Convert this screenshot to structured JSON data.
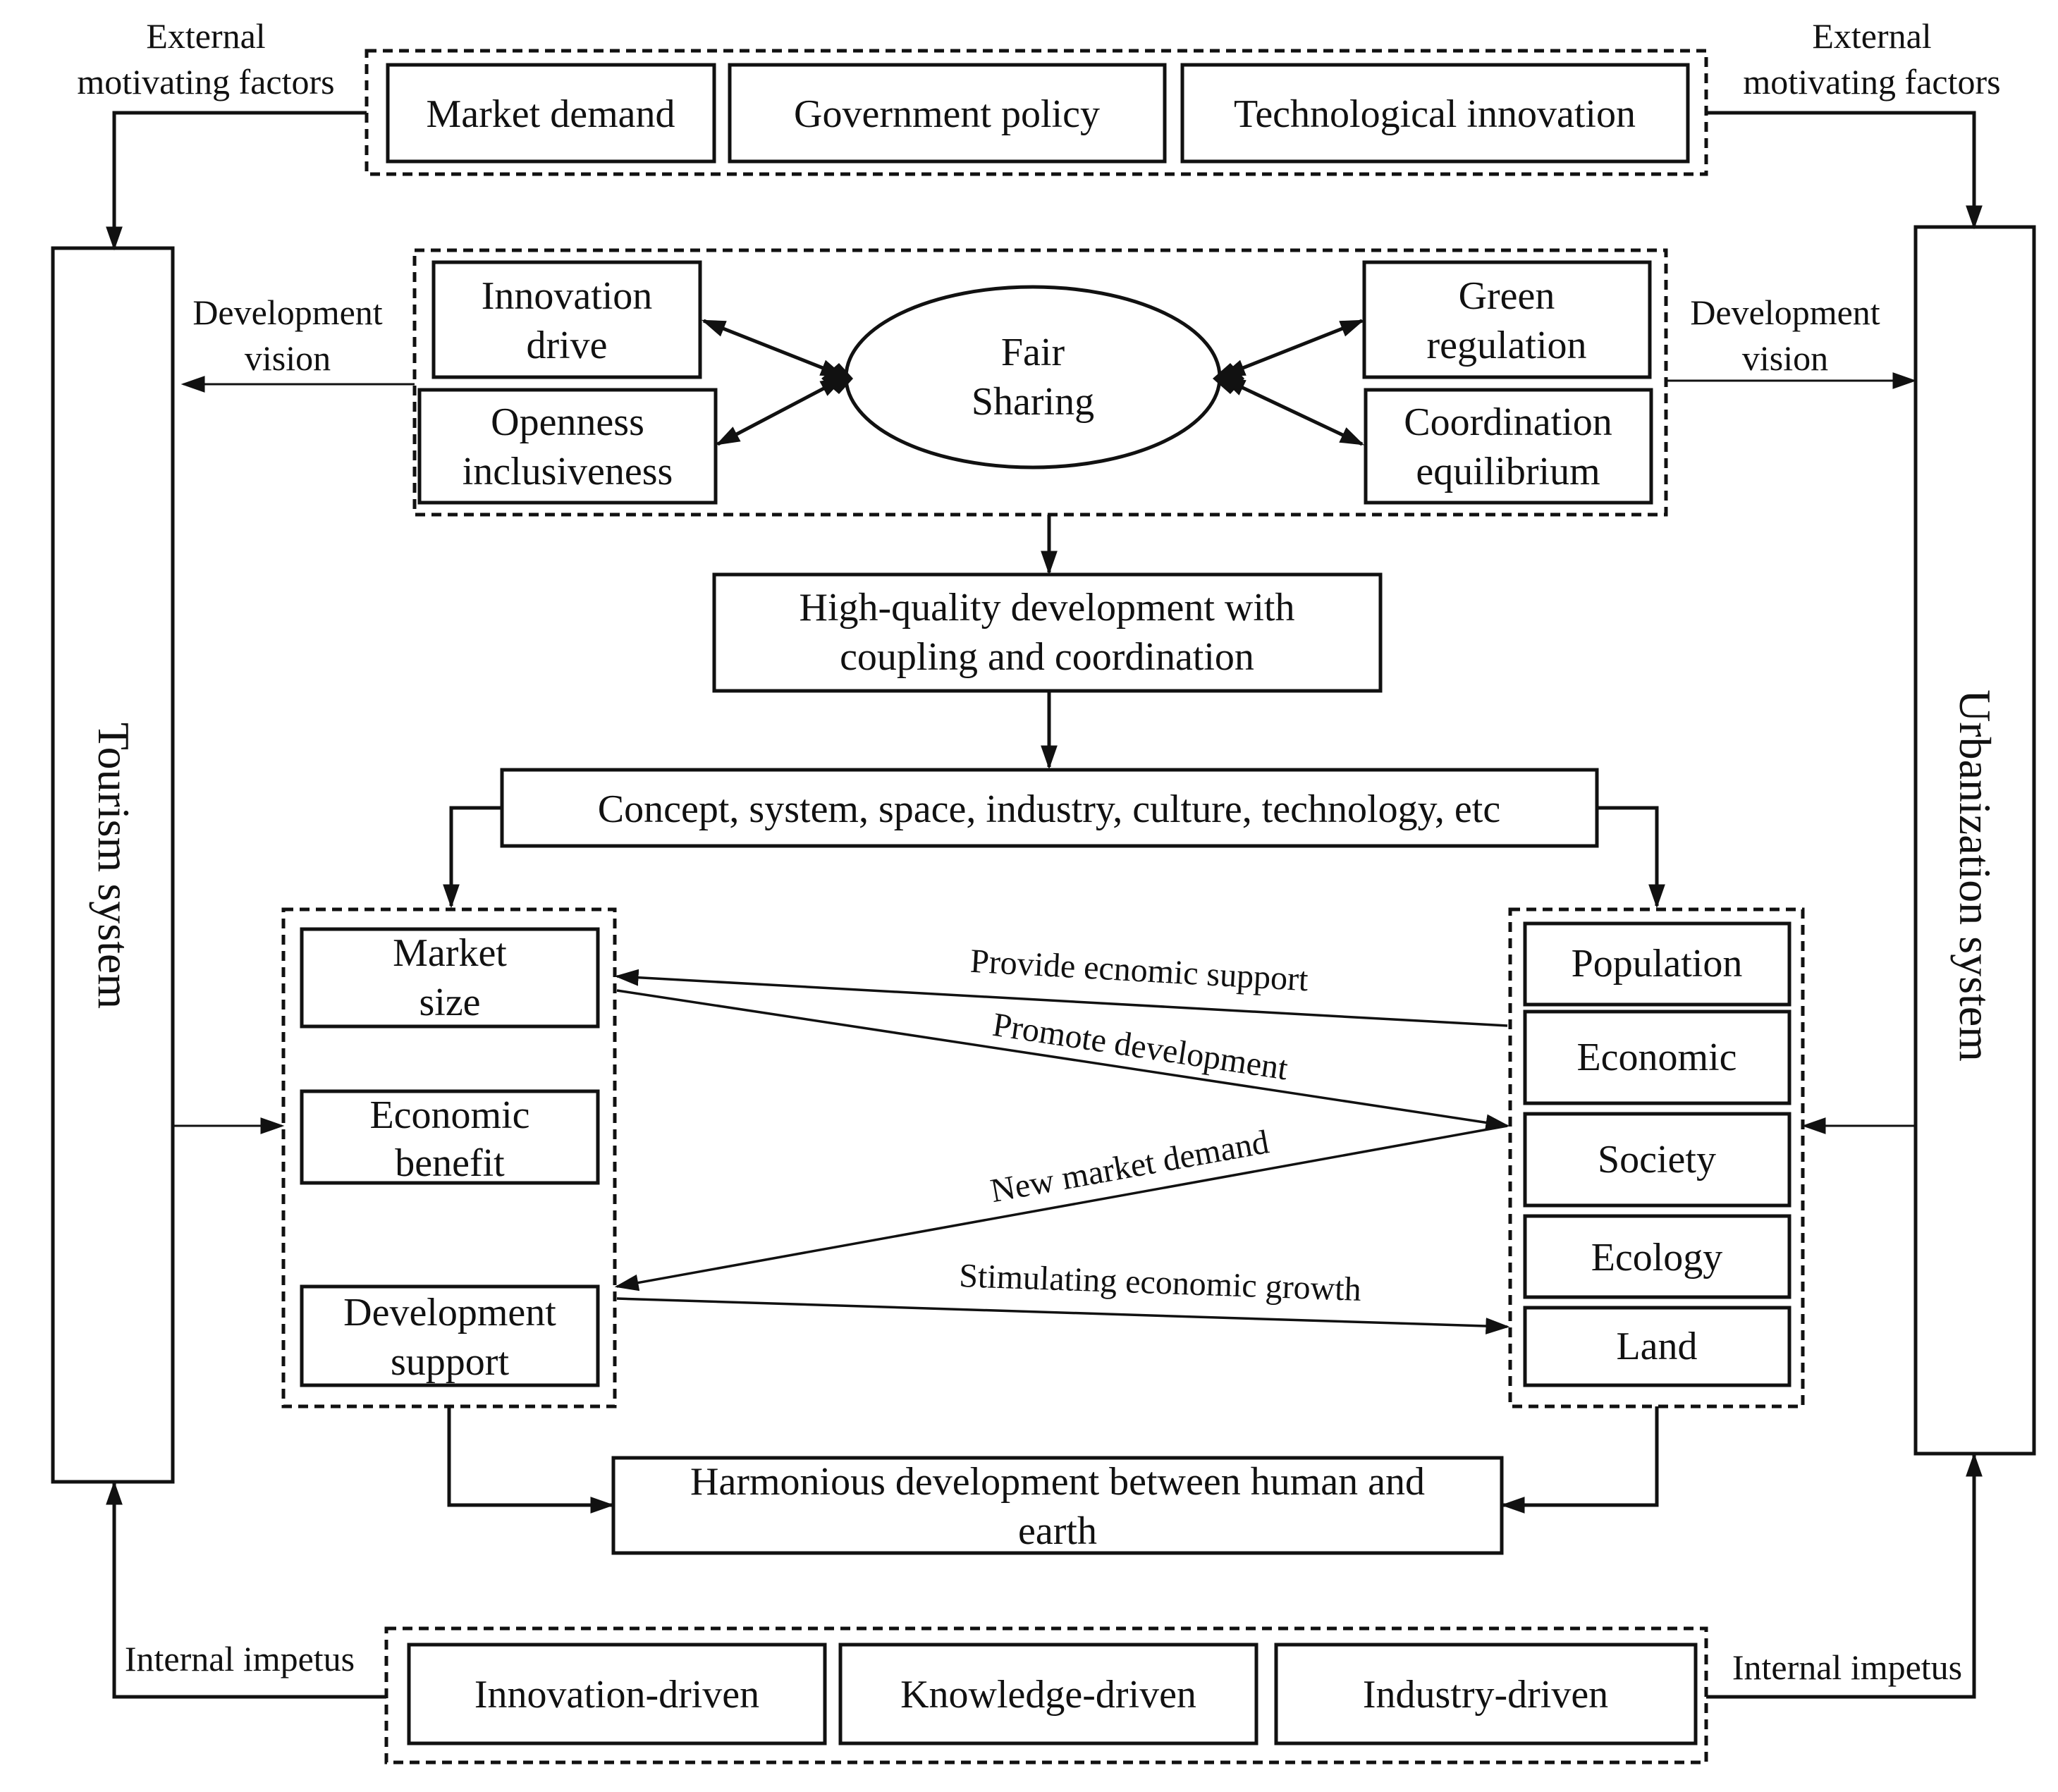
{
  "labels": {
    "ext_left": [
      "External",
      "motivating factors"
    ],
    "ext_right": [
      "External",
      "motivating factors"
    ],
    "devvision_left": [
      "Development",
      "vision"
    ],
    "devvision_right": [
      "Development",
      "vision"
    ],
    "internal_left": "Internal impetus",
    "internal_right": "Internal impetus",
    "tourism_system": "Tourism system",
    "urbanization_system": "Urbanization system"
  },
  "external_factors": [
    "Market demand",
    "Government policy",
    "Technological innovation"
  ],
  "concepts": {
    "innovation": [
      "Innovation",
      "drive"
    ],
    "openness": [
      "Openness",
      "inclusiveness"
    ],
    "fair": [
      "Fair",
      "Sharing"
    ],
    "green": [
      "Green",
      "regulation"
    ],
    "coordination": [
      "Coordination",
      "equilibrium"
    ]
  },
  "high_quality": [
    "High-quality development with",
    "coupling and coordination"
  ],
  "concept_bar": "Concept, system, space, industry, culture, technology, etc",
  "tourism_items": [
    [
      "Market",
      "size"
    ],
    [
      "Economic",
      "benefit"
    ],
    [
      "Development",
      "support"
    ]
  ],
  "urban_items": [
    "Population",
    "Economic",
    "Society",
    "Ecology",
    "Land"
  ],
  "flows": {
    "provide": "Provide ecnomic support",
    "promote": "Promote development",
    "new_demand": "New market demand",
    "stimulating": "Stimulating economic growth"
  },
  "harmonious": [
    "Harmonious development between human and",
    "earth"
  ],
  "internal_factors": [
    "Innovation-driven",
    "Knowledge-driven",
    "Industry-driven"
  ]
}
